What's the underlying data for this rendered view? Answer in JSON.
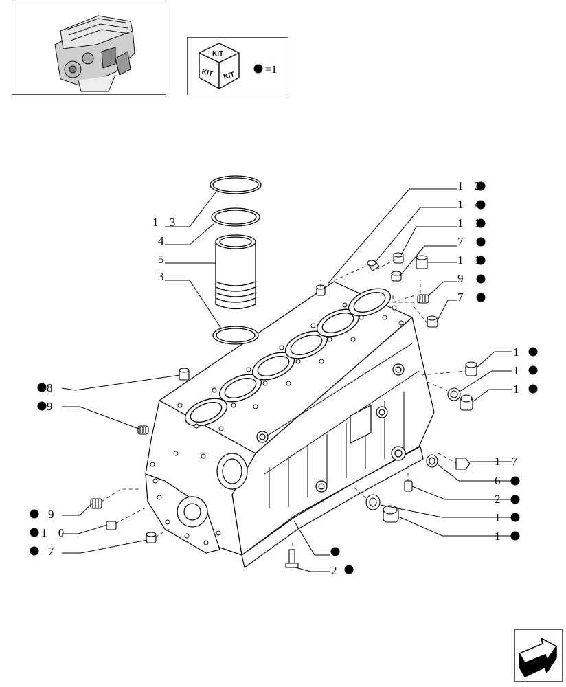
{
  "kit_legend": {
    "kit_labels": [
      "KIT",
      "KIT",
      "KIT"
    ],
    "equation": "=1",
    "icon": "kit-box-icon"
  },
  "thumbnail": {
    "icon": "engine-thumbnail-icon"
  },
  "nav": {
    "icon": "next-page-arrow-icon"
  },
  "callouts": [
    {
      "id": "c-13a",
      "label": "1 3",
      "kit": false
    },
    {
      "id": "c-4",
      "label": "4",
      "kit": false
    },
    {
      "id": "c-5",
      "label": "5",
      "kit": false
    },
    {
      "id": "c-3",
      "label": "3",
      "kit": false
    },
    {
      "id": "c-12",
      "label": "1 2",
      "kit": true
    },
    {
      "id": "c-14",
      "label": "1 4",
      "kit": true
    },
    {
      "id": "c-11a",
      "label": "1 1",
      "kit": true
    },
    {
      "id": "c-7a",
      "label": "7",
      "kit": true
    },
    {
      "id": "c-11b",
      "label": "1 1",
      "kit": true
    },
    {
      "id": "c-9a",
      "label": "9",
      "kit": true
    },
    {
      "id": "c-7b",
      "label": "7",
      "kit": true
    },
    {
      "id": "c-1x",
      "label": "1",
      "kit": true
    },
    {
      "id": "c-19",
      "label": "1 9",
      "kit": true
    },
    {
      "id": "c-18",
      "label": "1 8",
      "kit": true
    },
    {
      "id": "c-8",
      "label": "8",
      "kit": true
    },
    {
      "id": "c-9b",
      "label": "9",
      "kit": true
    },
    {
      "id": "c-17",
      "label": "1 7",
      "kit": false
    },
    {
      "id": "c-6",
      "label": "6",
      "kit": true
    },
    {
      "id": "c-20",
      "label": "2 0",
      "kit": true
    },
    {
      "id": "c-16",
      "label": "1 6",
      "kit": true
    },
    {
      "id": "c-15",
      "label": "1 5",
      "kit": true
    },
    {
      "id": "c-9c",
      "label": "9",
      "kit": true
    },
    {
      "id": "c-10",
      "label": "1 0",
      "kit": true
    },
    {
      "id": "c-7c",
      "label": "7",
      "kit": true
    },
    {
      "id": "c-blank",
      "label": "",
      "kit": true
    },
    {
      "id": "c-2",
      "label": "2",
      "kit": true
    }
  ]
}
